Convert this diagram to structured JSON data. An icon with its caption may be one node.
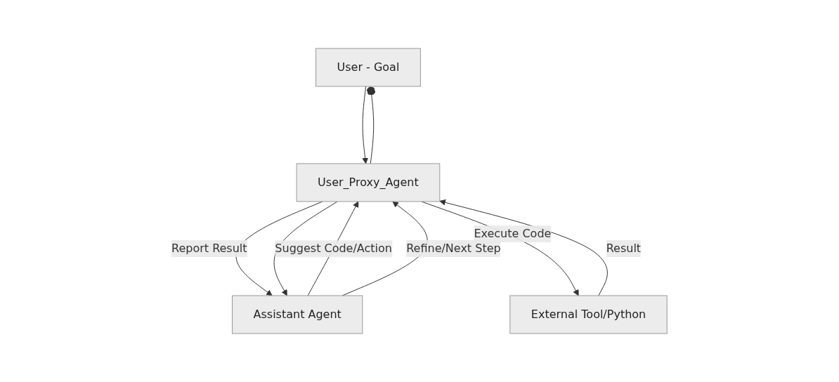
{
  "diagram": {
    "nodes": [
      {
        "text": [
          "User - Goal"
        ]
      },
      {
        "text": [
          "User_Proxy_Agent"
        ]
      },
      {
        "text": [
          "Assistant Agent"
        ]
      },
      {
        "text": [
          "External Tool/Python"
        ]
      }
    ],
    "edges": [
      {
        "from": 0,
        "to": 1,
        "arrow": "to"
      },
      {
        "from": 1,
        "to": 0,
        "arrow": "other"
      },
      {
        "from": 1,
        "to": 2,
        "arrow": "to",
        "label": "Report Result"
      },
      {
        "from": 1,
        "to": 2,
        "arrow": "to"
      },
      {
        "from": 2,
        "to": 1,
        "arrow": "to",
        "label": "Suggest Code/Action"
      },
      {
        "from": 2,
        "to": 1,
        "arrow": "to",
        "label": "Refine/Next Step"
      },
      {
        "from": 1,
        "to": 3,
        "arrow": "to",
        "label": "Execute Code"
      },
      {
        "from": 3,
        "to": 1,
        "arrow": "to",
        "label": "Result"
      }
    ]
  }
}
